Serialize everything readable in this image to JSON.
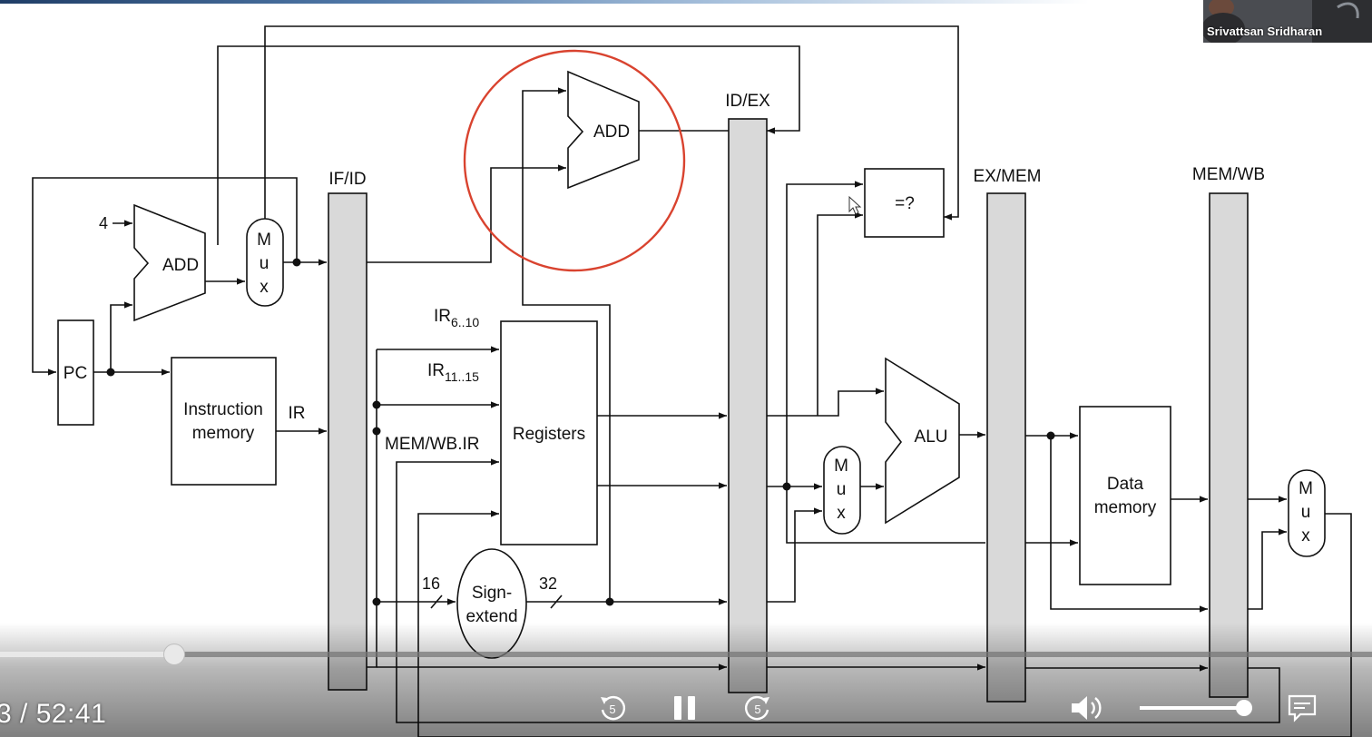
{
  "diagram": {
    "labels": {
      "pipe_if_id": "IF/ID",
      "pipe_id_ex": "ID/EX",
      "pipe_ex_mem": "EX/MEM",
      "pipe_mem_wb": "MEM/WB",
      "four": "4",
      "add_pc": "ADD",
      "add_branch": "ADD",
      "mux_letters": [
        "M",
        "u",
        "x"
      ],
      "pc": "PC",
      "instr_mem_line1": "Instruction",
      "instr_mem_line2": "memory",
      "ir": "IR",
      "ir_610": "IR",
      "ir_610_sub": "6..10",
      "ir_1115": "IR",
      "ir_1115_sub": "11..15",
      "memwb_ir": "MEM/WB.IR",
      "registers": "Registers",
      "sign_line1": "Sign-",
      "sign_line2": "extend",
      "bits_16": "16",
      "bits_32": "32",
      "compare": "=?",
      "alu": "ALU",
      "data_mem_line1": "Data",
      "data_mem_line2": "memory"
    },
    "highlight_color": "#d9432f"
  },
  "webcam": {
    "name": "Srivattsan Sridharan"
  },
  "player": {
    "time_text": "3 / 52:41",
    "progress_fraction": 0.127,
    "volume_fraction": 0.93,
    "rewind_seconds": "5",
    "forward_seconds": "5"
  }
}
